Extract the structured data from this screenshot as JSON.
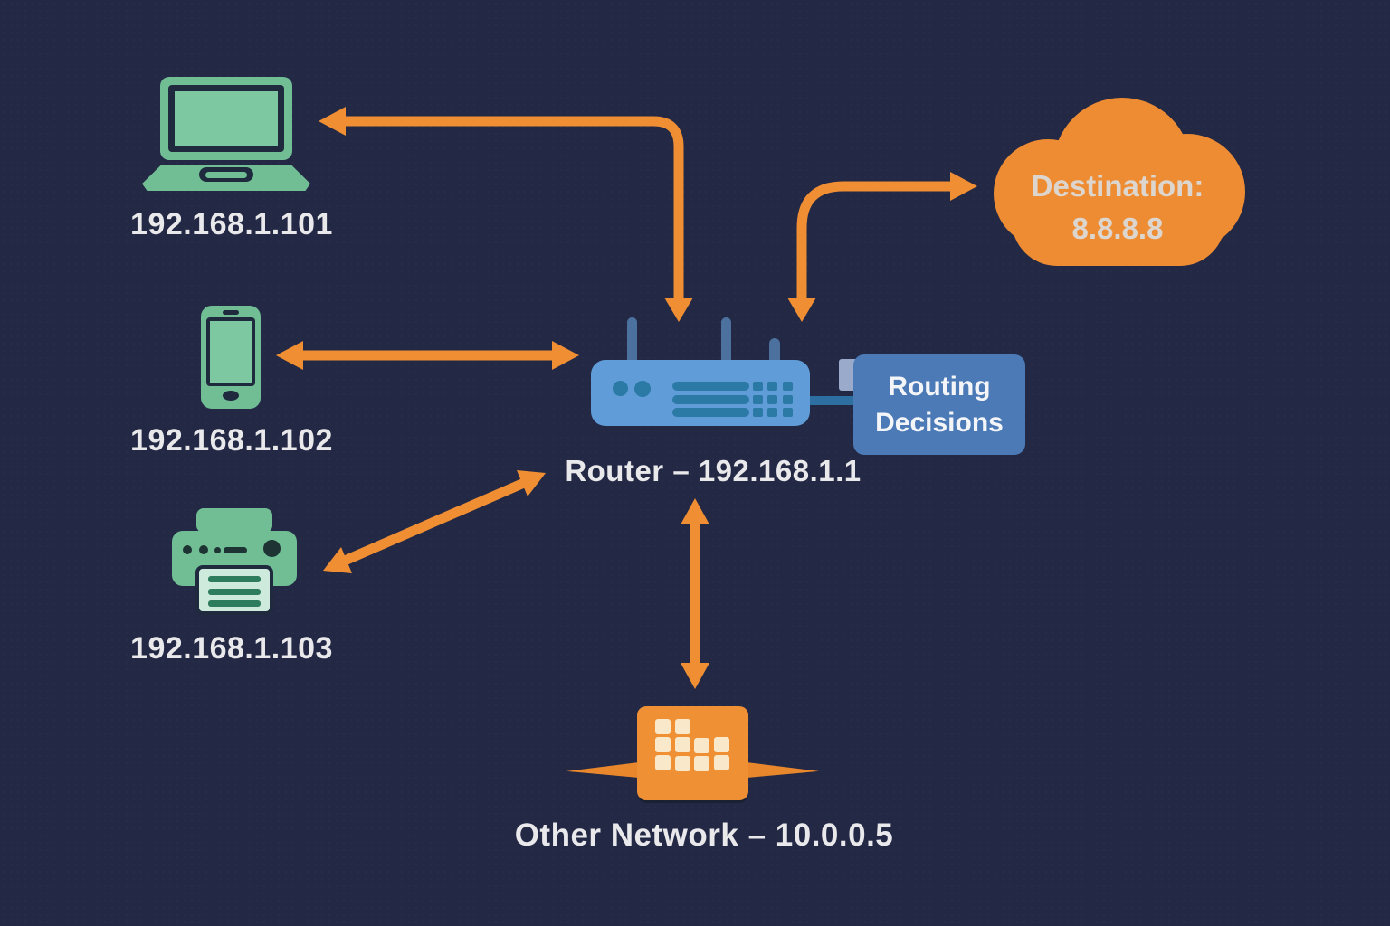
{
  "colors": {
    "background": "#232845",
    "device_green": "#71BE95",
    "arrow_orange": "#EF8E33",
    "router_blue": "#5F9CD8",
    "routing_box_blue": "#4B7AB6",
    "cloud_orange": "#EE8C33",
    "label_text": "#E9E8EB"
  },
  "devices": [
    {
      "icon": "laptop-icon",
      "label": "192.168.1.101"
    },
    {
      "icon": "smartphone-icon",
      "label": "192.168.1.102"
    },
    {
      "icon": "printer-icon",
      "label": "192.168.1.103"
    }
  ],
  "router": {
    "icon": "router-icon",
    "label": "Router – 192.168.1.1"
  },
  "routing_box": {
    "line1": "Routing",
    "line2": "Decisions"
  },
  "cloud": {
    "icon": "cloud-icon",
    "line1": "Destination:",
    "line2": "8.8.8.8"
  },
  "other_network": {
    "icon": "network-switch-icon",
    "label": "Other Network – 10.0.0.5"
  },
  "arrows": [
    "arrow-laptop-router",
    "arrow-phone-router",
    "arrow-printer-router",
    "arrow-router-cloud",
    "arrow-router-othernetwork"
  ]
}
